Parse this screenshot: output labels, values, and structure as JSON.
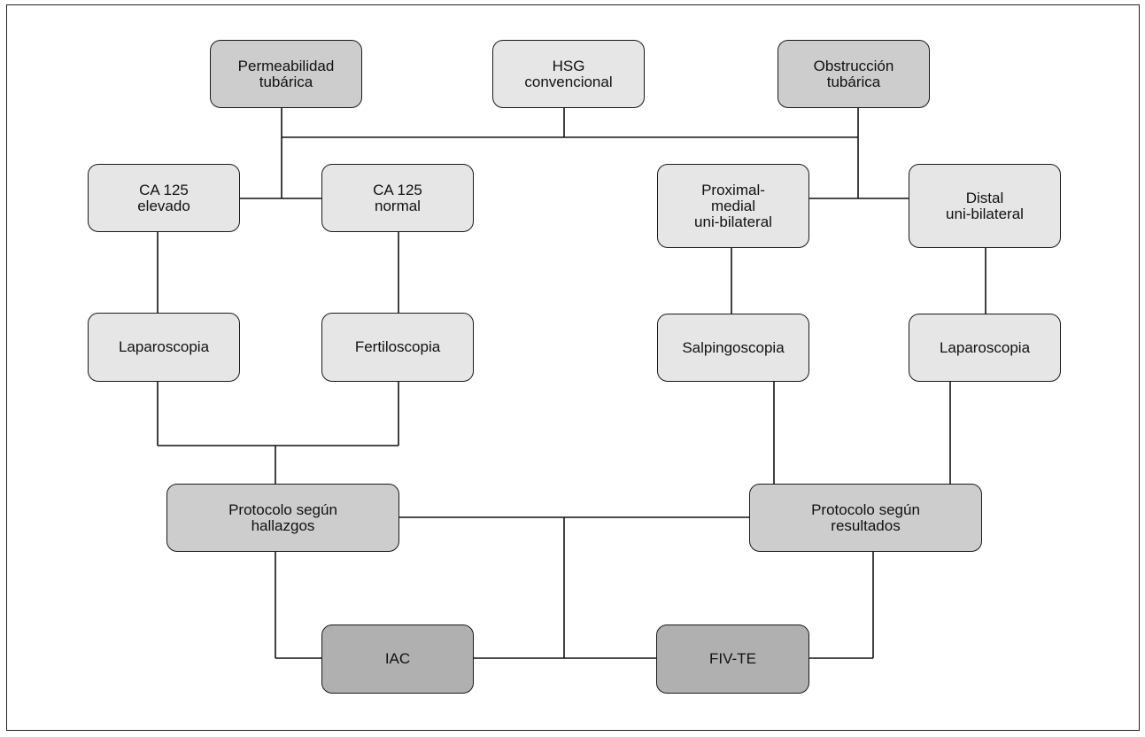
{
  "diagram": {
    "nodes": {
      "permeabilidad": "Permeabilidad\ntubárica",
      "hsg": "HSG\nconvencional",
      "obstruccion": "Obstrucción\ntubárica",
      "ca125_elevado": "CA 125\nelevado",
      "ca125_normal": "CA 125\nnormal",
      "proximal": "Proximal-\nmedial\nuni-bilateral",
      "distal": "Distal\nuni-bilateral",
      "laparoscopia_left": "Laparoscopia",
      "fertiloscopia": "Fertiloscopia",
      "salpingoscopia": "Salpingoscopia",
      "laparoscopia_right": "Laparoscopia",
      "protocolo_hallazgos": "Protocolo según\nhallazgos",
      "protocolo_resultados": "Protocolo según\nresultados",
      "iac": "IAC",
      "fivte": "FIV-TE"
    },
    "colors": {
      "light": "#e6e6e6",
      "mid": "#cdcdcd",
      "dark": "#b0b0b0",
      "line": "#111111"
    }
  }
}
